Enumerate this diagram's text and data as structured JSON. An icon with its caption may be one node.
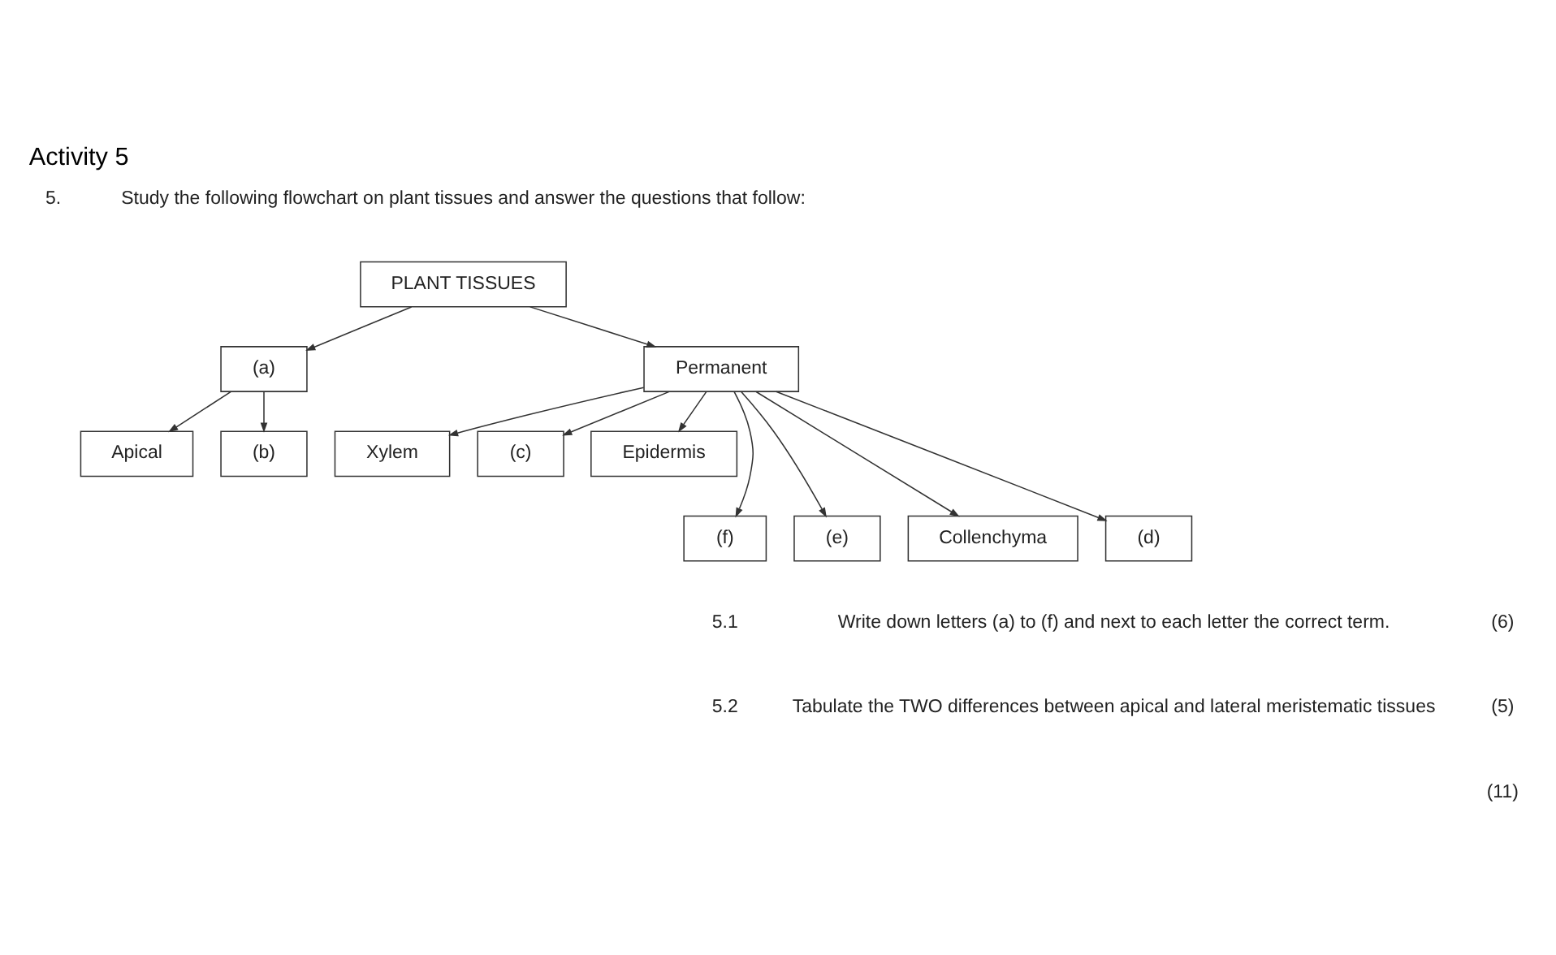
{
  "diagram": {
    "title": "Activity 5",
    "nodes": [
      {
        "text": [
          "PLANT TISSUES"
        ]
      },
      {
        "text": [
          "(a)"
        ]
      },
      {
        "text": [
          "Apical"
        ]
      },
      {
        "text": [
          "(b)"
        ]
      },
      {
        "text": [
          "Permanent"
        ]
      },
      {
        "text": [
          "Xylem"
        ]
      },
      {
        "text": [
          "(c)"
        ]
      },
      {
        "text": [
          "Epidermis"
        ]
      },
      {
        "text": [
          "(f)"
        ]
      },
      {
        "text": [
          "(e)"
        ]
      },
      {
        "text": [
          "Collenchyma"
        ]
      },
      {
        "text": [
          "(d)"
        ]
      }
    ],
    "edges": [
      {
        "from": 0,
        "to": 1,
        "arrow": "to"
      },
      {
        "from": 1,
        "to": 2,
        "arrow": "to"
      },
      {
        "from": 1,
        "to": 3,
        "arrow": "to"
      },
      {
        "from": 0,
        "to": 4,
        "arrow": "to"
      },
      {
        "from": 4,
        "to": 5,
        "arrow": "to"
      },
      {
        "from": 4,
        "to": 6,
        "arrow": "to"
      },
      {
        "from": 4,
        "to": 7,
        "arrow": "to"
      },
      {
        "from": 4,
        "to": 8,
        "arrow": "to"
      },
      {
        "from": 4,
        "to": 9,
        "arrow": "to"
      },
      {
        "from": 4,
        "to": 10,
        "arrow": "to"
      },
      {
        "from": 4,
        "to": 11,
        "arrow": "to"
      }
    ],
    "labels": [
      "5.",
      "Study the following flowchart on plant tissues and answer the questions that follow:",
      "5.1",
      "Write down letters (a) to (f) and next to each letter the correct term.",
      "(6)",
      "5.2",
      "Tabulate the TWO differences between apical and lateral meristematic tissues",
      "(5)",
      "(11)"
    ]
  }
}
